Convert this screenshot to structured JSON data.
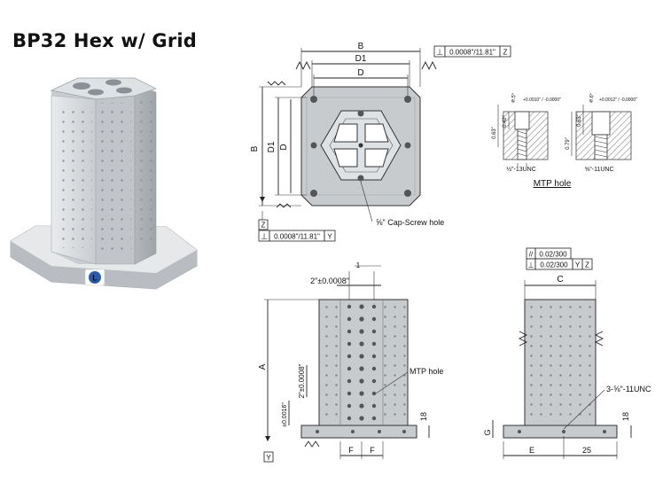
{
  "title": "BP32 Hex w/ Grid",
  "top_view": {
    "dim_b": "B",
    "dim_d1": "D1",
    "dim_d": "D",
    "tol_top": "0.0008\"/11.81\"",
    "tol_top_ref": "Z",
    "tol_left_ref": "Z",
    "tol_left": "0.0008\"/11.81\"",
    "tol_left_axis": "Y",
    "screw_note": "⅝\" Cap-Screw hole"
  },
  "mtp_detail": {
    "caption": "MTP hole",
    "left_thread": "½\"-13UNC",
    "right_thread": "⅝\"-11UNC",
    "left_dia": "ø.5\"",
    "left_tol": "+0.0010\" / -0.0000\"",
    "right_dia": "ø.6\"",
    "right_tol": "+0.0012\" / -0.0000\"",
    "left_depth1": "0.42\"",
    "left_depth2": "0.63\"",
    "right_depth1": "0.63\"",
    "right_depth2": "0.79\""
  },
  "front_view": {
    "top_dim": "2\"±0.0008\"",
    "dim_a": "A",
    "vert_dim": "2\"±0.0008\"",
    "small_tol": "±0.0016\"",
    "mtp_label": "MTP hole",
    "dim_18": "18",
    "dim_f1": "F",
    "dim_f2": "F",
    "axis_y": "Y",
    "top_mark": "1"
  },
  "side_view": {
    "tol1": "0.02/300",
    "tol2": "0.02/300",
    "tol2_ref_y": "Y",
    "tol2_ref_z": "Z",
    "dim_c": "C",
    "thread": "3-⅝\"-11UNC",
    "dim_18": "18",
    "dim_g": "G",
    "dim_e": "E",
    "dim_25": "25"
  },
  "colors": {
    "part_gray": "#c8cbce",
    "part_dark": "#9ea3a8",
    "hatch": "#888888",
    "logo_blue": "#2a5aa8"
  }
}
